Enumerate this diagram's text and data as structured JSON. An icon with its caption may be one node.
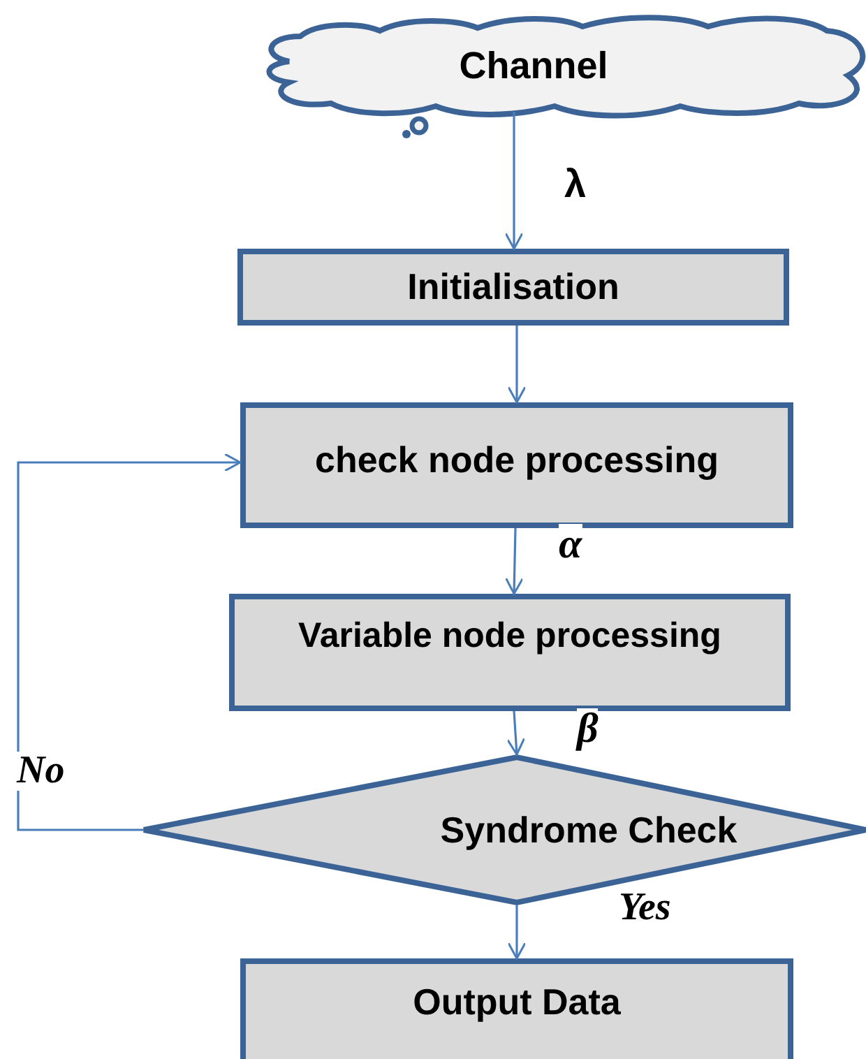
{
  "diagram": {
    "nodes": [
      {
        "text": [
          "Channel"
        ]
      },
      {
        "text": [
          "Initialisation"
        ]
      },
      {
        "text": [
          "check node processing"
        ]
      },
      {
        "text": [
          "Variable node processing"
        ]
      },
      {
        "text": [
          "Syndrome Check"
        ]
      },
      {
        "text": [
          "Output Data"
        ]
      }
    ],
    "edges": [
      {
        "from": 0,
        "to": 1,
        "arrow": "to",
        "label": "λ"
      },
      {
        "from": 1,
        "to": 2,
        "arrow": "to"
      },
      {
        "from": 2,
        "to": 3,
        "arrow": "to",
        "label": "α"
      },
      {
        "from": 3,
        "to": 4,
        "arrow": "to",
        "label": "β"
      },
      {
        "from": 4,
        "to": 5,
        "arrow": "to",
        "label": "Yes"
      },
      {
        "from": 4,
        "to": 2,
        "arrow": "to",
        "label": "No"
      }
    ]
  }
}
